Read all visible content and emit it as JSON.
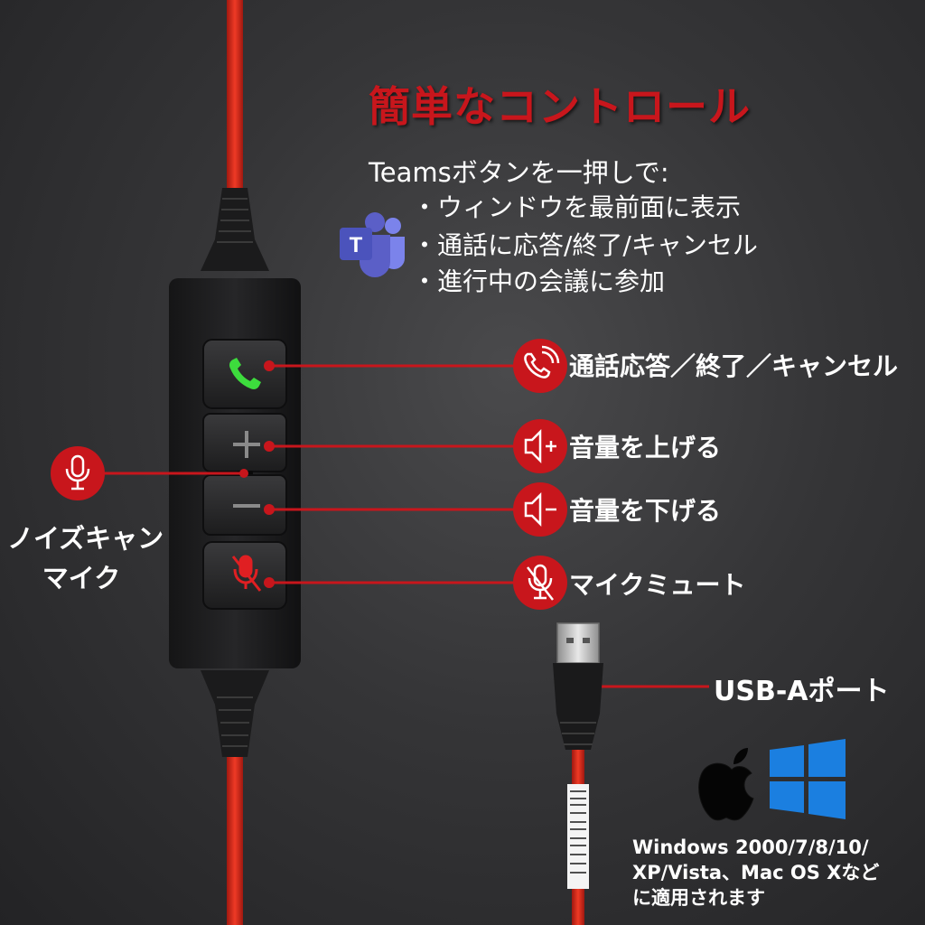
{
  "title": "簡単なコントロール",
  "teams": {
    "heading": "Teamsボタンを一押しで:",
    "bullets": [
      "・ウィンドウを最前面に表示",
      "・通話に応答/終了/キャンセル",
      "・進行中の会議に参加"
    ],
    "icon_color": "#5b5fc7"
  },
  "callouts": {
    "call": "通話応答／終了／キャンセル",
    "volume_up": "音量を上げる",
    "volume_down": "音量を下げる",
    "mic_mute": "マイクミュート",
    "noise_cancel_line1": "ノイズキャン",
    "noise_cancel_line2": "マイク",
    "usb": "USB-Aポート"
  },
  "compatibility": {
    "text_line1": "Windows 2000/7/8/10/",
    "text_line2": "XP/Vista、Mac OS Xなど",
    "text_line3": "に適用されます"
  },
  "colors": {
    "accent_red": "#c8161c",
    "cable_red": "#e0301e",
    "call_green": "#3ddc3d",
    "windows_blue": "#1b7fe0"
  },
  "icons": {
    "call": "phone-icon",
    "volume_up": "volume-up-icon",
    "volume_down": "volume-down-icon",
    "mute": "mic-muted-icon",
    "mic": "mic-icon",
    "apple": "apple-logo",
    "windows": "windows-logo",
    "teams": "teams-logo"
  }
}
